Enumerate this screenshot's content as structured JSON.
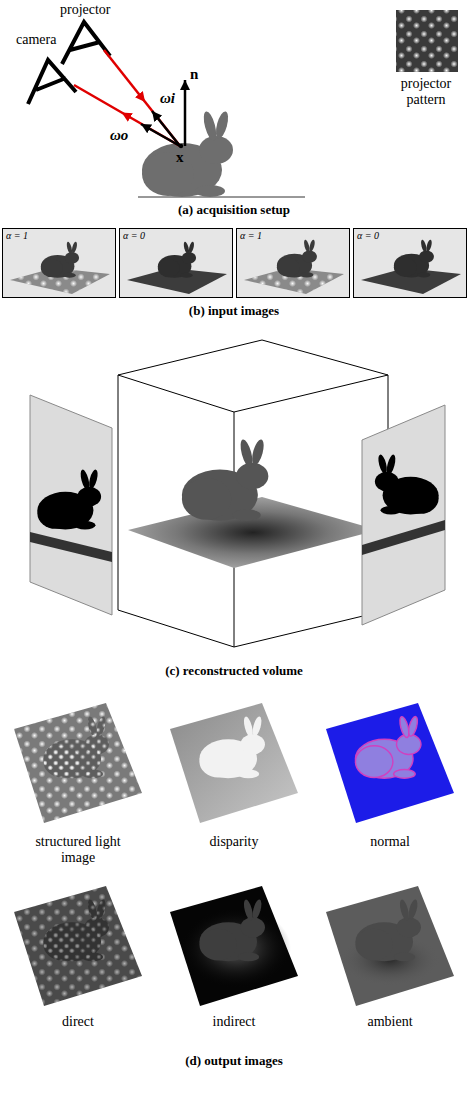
{
  "diagram": {
    "nodes": [
      {
        "text": [
          "α = 1"
        ]
      },
      {
        "text": [
          "α = 0"
        ]
      },
      {
        "text": [
          "α = 1"
        ]
      },
      {
        "text": [
          "α = 0"
        ]
      }
    ],
    "labels": [
      "projector",
      "camera",
      "n",
      "ωi",
      "ωo",
      "x",
      "projector pattern",
      "(a) acquisition setup",
      "(b) input images",
      "(c) reconstructed volume",
      "structured light image",
      "disparity",
      "normal",
      "direct",
      "indirect",
      "ambient",
      "(d) output images"
    ]
  }
}
